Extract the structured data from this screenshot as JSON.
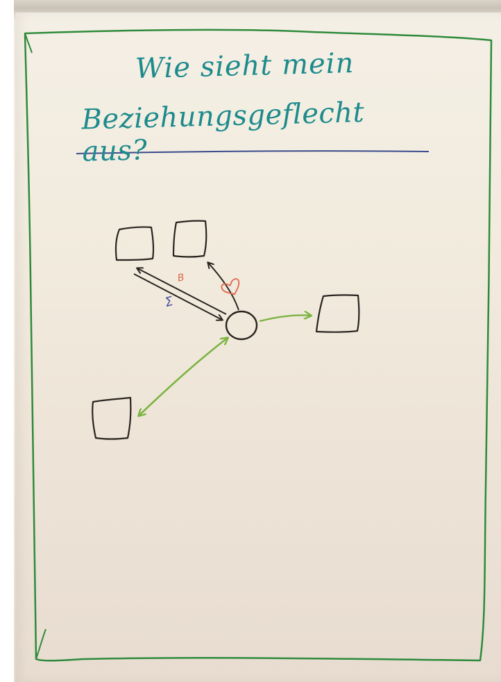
{
  "flipchart": {
    "title_line_1": "Wie sieht mein",
    "title_line_2": "Beziehungsgeflecht aus?"
  },
  "diagram": {
    "center_node": {
      "shape": "circle",
      "color": "#2a2420"
    },
    "outer_nodes": [
      {
        "id": "box-top-left",
        "shape": "square"
      },
      {
        "id": "box-top-middle",
        "shape": "square"
      },
      {
        "id": "box-right",
        "shape": "square"
      },
      {
        "id": "box-bottom-left",
        "shape": "square"
      }
    ],
    "edges": [
      {
        "from": "box-top-left",
        "to": "center",
        "style": "double-arrow",
        "color": "#2a2420",
        "symbols": [
          "B",
          "Σ"
        ]
      },
      {
        "from": "center",
        "to": "box-top-middle",
        "style": "arrow",
        "color": "#2a2420",
        "symbols": [
          "heart"
        ]
      },
      {
        "from": "center",
        "to": "box-right",
        "style": "arrow",
        "color": "#7bb441",
        "symbols": []
      },
      {
        "from": "center",
        "to": "box-bottom-left",
        "style": "double-arrow",
        "color": "#7bb441",
        "symbols": []
      }
    ],
    "symbol_b": "B",
    "symbol_sigma": "Σ",
    "symbol_heart": "heart-icon"
  },
  "colors": {
    "title": "#1d8a8c",
    "frame": "#2e8a3a",
    "underline": "#3b4a8c",
    "ink": "#2a2420",
    "green_arrow": "#7bb441",
    "heart": "#e0664a",
    "b_mark": "#e0664a",
    "sigma_mark": "#4a4fa0",
    "paper": "#f2ecdf"
  }
}
